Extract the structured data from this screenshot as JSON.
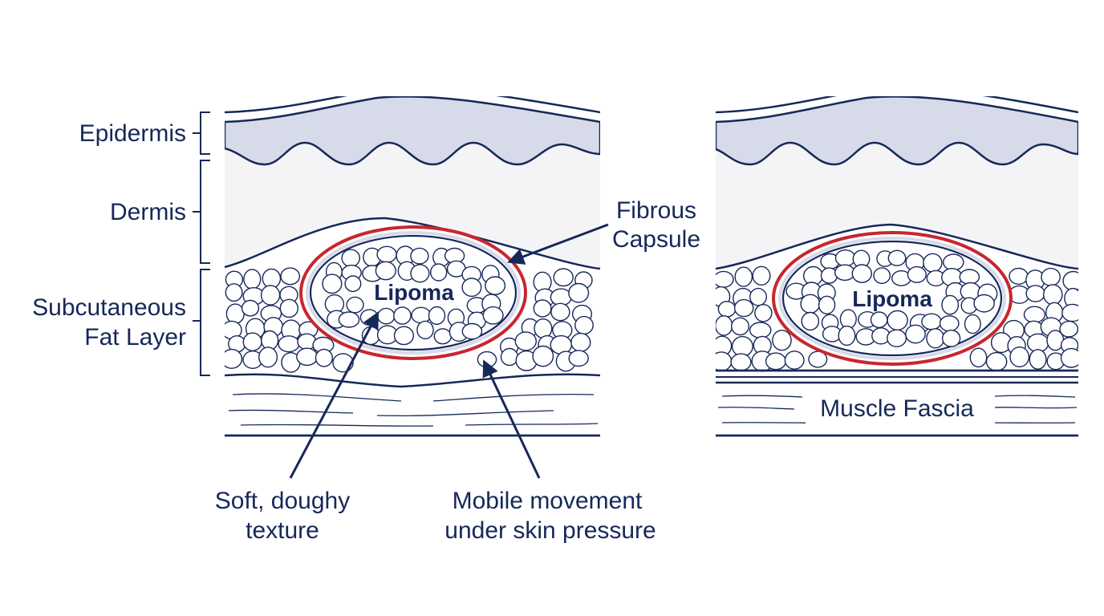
{
  "colors": {
    "ink": "#16285a",
    "epidermis_fill": "#d7dae8",
    "dermis_fill": "#f4f4f6",
    "capsule": "#c8262e",
    "capsule_inner": "#d7dae8",
    "background": "#ffffff"
  },
  "left_panel": {
    "layer_labels": {
      "epidermis": "Epidermis",
      "dermis": "Dermis",
      "fat_line1": "Subcutaneous",
      "fat_line2": "Fat Layer"
    },
    "lipoma_label": "Lipoma",
    "capsule_label_line1": "Fibrous",
    "capsule_label_line2": "Capsule",
    "texture_line1": "Soft, doughy",
    "texture_line2": "texture",
    "mobility_line1": "Mobile movement",
    "mobility_line2": "under skin pressure"
  },
  "right_panel": {
    "lipoma_label": "Lipoma",
    "fascia_label": "Muscle Fascia"
  }
}
